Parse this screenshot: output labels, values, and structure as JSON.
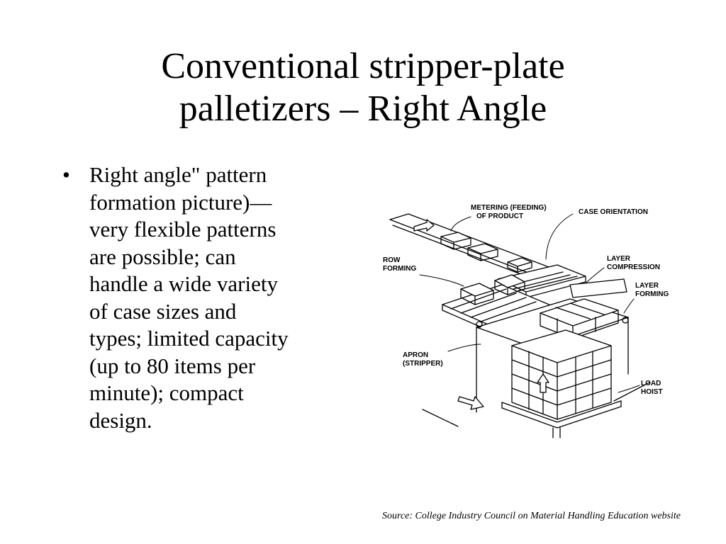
{
  "slide": {
    "title_lines": [
      "Conventional stripper-plate",
      "palletizers – Right Angle"
    ],
    "bullet_symbol": "•",
    "bullet_lines": [
      "Right angle\" pattern",
      "formation picture)—",
      "very flexible patterns",
      "are possible; can",
      "handle a wide variety",
      "of case sizes and",
      "types; limited capacity",
      "(up to 80 items per",
      "minute); compact",
      "design."
    ],
    "source": "Source: College Industry Council on Material Handling Education website"
  },
  "figure": {
    "labels": {
      "metering_1": "METERING (FEEDING)",
      "metering_2": "OF PRODUCT",
      "case_orientation": "CASE ORIENTATION",
      "row_forming_1": "ROW",
      "row_forming_2": "FORMING",
      "layer_compression_1": "LAYER",
      "layer_compression_2": "COMPRESSION",
      "layer_forming_1": "LAYER",
      "layer_forming_2": "FORMING",
      "apron_1": "APRON",
      "apron_2": "(STRIPPER)",
      "load_hoist_1": "LOAD",
      "load_hoist_2": "HOIST"
    }
  }
}
